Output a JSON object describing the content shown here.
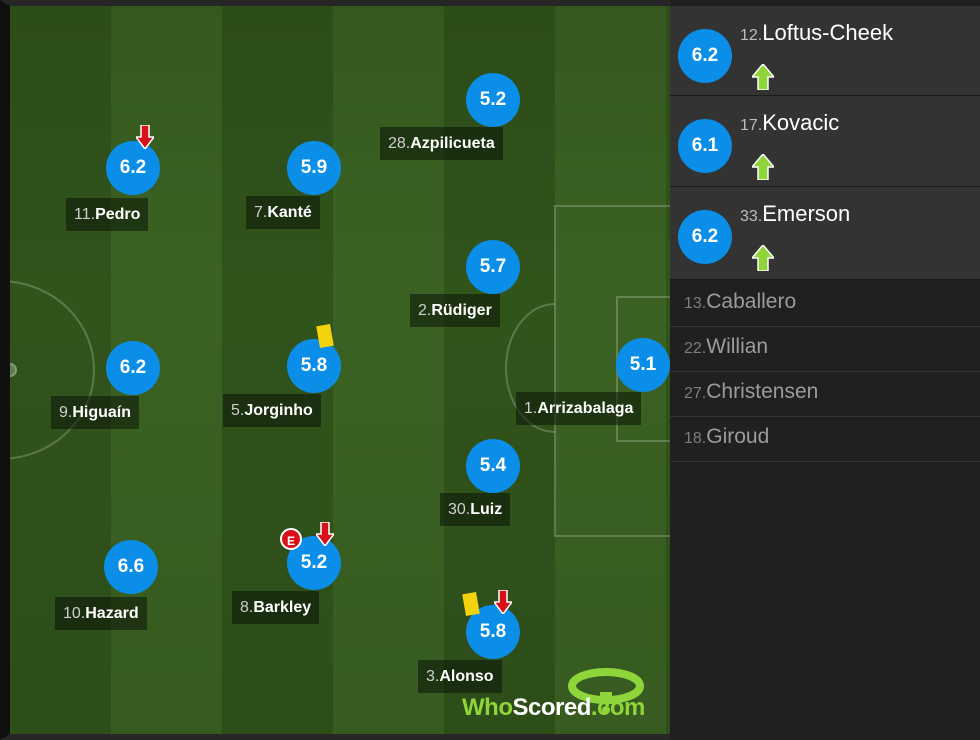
{
  "pitch": {
    "players": [
      {
        "id": "pedro",
        "number": "11.",
        "name": "Pedro",
        "rating": "6.2",
        "subbed_off": true
      },
      {
        "id": "kante",
        "number": "7.",
        "name": "Kanté",
        "rating": "5.9"
      },
      {
        "id": "azpilicueta",
        "number": "28.",
        "name": "Azpilicueta",
        "rating": "5.2"
      },
      {
        "id": "rudiger",
        "number": "2.",
        "name": "Rüdiger",
        "rating": "5.7"
      },
      {
        "id": "higuain",
        "number": "9.",
        "name": "Higuaín",
        "rating": "6.2"
      },
      {
        "id": "jorginho",
        "number": "5.",
        "name": "Jorginho",
        "rating": "5.8",
        "yellow_card": true
      },
      {
        "id": "arrizabalaga",
        "number": "1.",
        "name": "Arrizabalaga",
        "rating": "5.1"
      },
      {
        "id": "luiz",
        "number": "30.",
        "name": "Luiz",
        "rating": "5.4"
      },
      {
        "id": "hazard",
        "number": "10.",
        "name": "Hazard",
        "rating": "6.6"
      },
      {
        "id": "barkley",
        "number": "8.",
        "name": "Barkley",
        "rating": "5.2",
        "subbed_off": true,
        "error_badge": "E"
      },
      {
        "id": "alonso",
        "number": "3.",
        "name": "Alonso",
        "rating": "5.8",
        "subbed_off": true,
        "yellow_card": true
      }
    ],
    "watermark": {
      "who": "Who",
      "scored": "Scored",
      "dotcom": ".com"
    }
  },
  "sidebar": {
    "substitutes": [
      {
        "number": "12.",
        "name": "Loftus-Cheek",
        "rating": "6.2"
      },
      {
        "number": "17.",
        "name": "Kovacic",
        "rating": "6.1"
      },
      {
        "number": "33.",
        "name": "Emerson",
        "rating": "6.2"
      }
    ],
    "bench": [
      {
        "number": "13.",
        "name": "Caballero"
      },
      {
        "number": "22.",
        "name": "Willian"
      },
      {
        "number": "27.",
        "name": "Christensen"
      },
      {
        "number": "18.",
        "name": "Giroud"
      }
    ]
  },
  "colors": {
    "rating_badge": "#0a8ee8",
    "sub_in_arrow": "#8ed53a",
    "sub_off_arrow": "#d8101a",
    "yellow_card": "#f4d20c"
  }
}
